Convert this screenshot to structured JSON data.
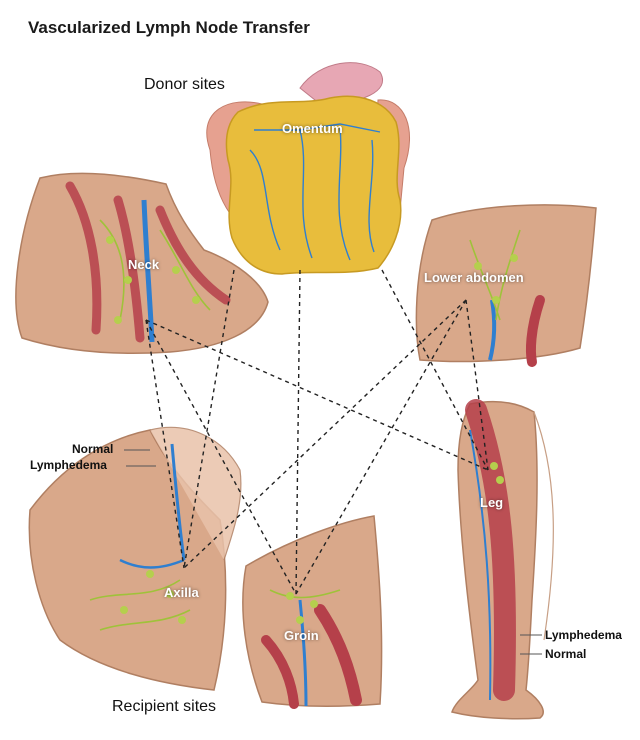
{
  "title": "Vascularized Lymph Node Transfer",
  "sections": {
    "donor": "Donor sites",
    "recipient": "Recipient sites"
  },
  "sites": {
    "omentum": "Omentum",
    "neck": "Neck",
    "lower_abdomen": "Lower abdomen",
    "axilla": "Axilla",
    "groin": "Groin",
    "leg": "Leg"
  },
  "axilla_outlines": {
    "normal": "Normal",
    "lymphedema": "Lymphedema"
  },
  "leg_outlines": {
    "lymphedema": "Lymphedema",
    "normal": "Normal"
  },
  "colors": {
    "skin": "#d9a88a",
    "muscle": "#b5404a",
    "omentum": "#e8bd3c",
    "vessel": "#2f7fd0",
    "lymph": "#9fc23a"
  }
}
